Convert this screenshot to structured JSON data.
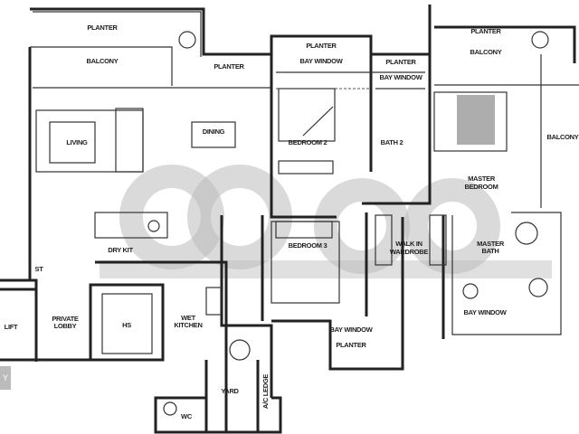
{
  "plan": {
    "rooms": {
      "planter_top_left": "PLANTER",
      "balcony_left": "BALCONY",
      "planter_mid": "PLANTER",
      "planter_bed2": "PLANTER",
      "bay_window_bed2": "BAY WINDOW",
      "planter_bath2": "PLANTER",
      "bay_window_bath2": "BAY WINDOW",
      "planter_master": "PLANTER",
      "balcony_master": "BALCONY",
      "balcony_right": "BALCONY",
      "living": "LIVING",
      "dining": "DINING",
      "bedroom2": "BEDROOM 2",
      "bath2": "BATH 2",
      "master_bedroom_1": "MASTER",
      "master_bedroom_2": "BEDROOM",
      "dry_kitchen": "DRY KIT",
      "store": "ST",
      "lift": "LIFT",
      "private_lobby_1": "PRIVATE",
      "private_lobby_2": "LOBBY",
      "hs": "HS",
      "wet_kitchen_1": "WET",
      "wet_kitchen_2": "KITCHEN",
      "yard": "YARD",
      "ac_ledge": "A/C LEDGE",
      "wc": "WC",
      "bedroom3": "BEDROOM 3",
      "walk_in_1": "WALK IN",
      "walk_in_2": "WARDROBE",
      "master_bath_1": "MASTER",
      "master_bath_2": "BATH",
      "bay_window_bed3": "BAY WINDOW",
      "planter_bed3": "PLANTER",
      "bay_window_mbath": "BAY WINDOW"
    },
    "corner_badge": "Y"
  }
}
